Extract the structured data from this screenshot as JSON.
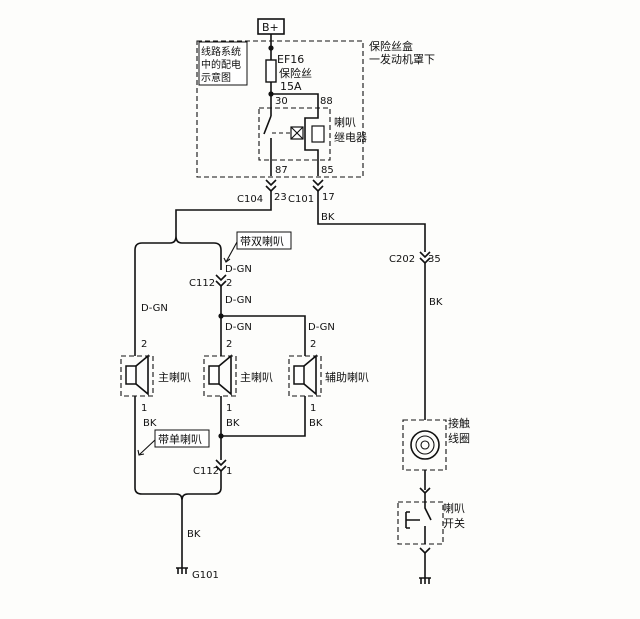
{
  "power": {
    "source": "B+"
  },
  "fuse_box": {
    "label_line1": "保险丝盒",
    "label_line2": "一发动机罩下",
    "note_line1": "线路系统",
    "note_line2": "中的配电",
    "note_line3": "示意图"
  },
  "fuse": {
    "name": "EF16",
    "type": "保险丝",
    "rating": "15A"
  },
  "relay": {
    "label_line1": "喇叭",
    "label_line2": "继电器",
    "pins": {
      "p30": "30",
      "p88": "88",
      "p87": "87",
      "p85": "85"
    }
  },
  "connectors": {
    "c104": "C104",
    "c104_pin": "23",
    "c101": "C101",
    "c101_pin": "17",
    "c202": "C202",
    "c202_pin": "35",
    "c112_top": "C112",
    "c112_top_pin": "2",
    "c112_bottom": "C112",
    "c112_bottom_pin": "1"
  },
  "wire_colors": {
    "bk_1": "BK",
    "bk_2": "BK",
    "bk_3": "BK",
    "bk_4": "BK",
    "bk_5": "BK",
    "bk_ground": "BK",
    "dgn_1": "D-GN",
    "dgn_2": "D-GN",
    "dgn_3": "D-GN",
    "dgn_4": "D-GN",
    "dgn_5": "D-GN"
  },
  "horns": {
    "main_left": "主喇叭",
    "main_center": "主喇叭",
    "aux": "辅助喇叭",
    "pin_top_1": "2",
    "pin_top_2": "2",
    "pin_top_3": "2",
    "pin_bot_1": "1",
    "pin_bot_2": "1",
    "pin_bot_3": "1"
  },
  "callouts": {
    "dual_horn": "带双喇叭",
    "single_horn": "带单喇叭"
  },
  "contact_coil": {
    "line1": "接触",
    "line2": "线圈"
  },
  "horn_switch": {
    "line1": "喇叭",
    "line2": "开关"
  },
  "ground": {
    "name": "G101"
  }
}
